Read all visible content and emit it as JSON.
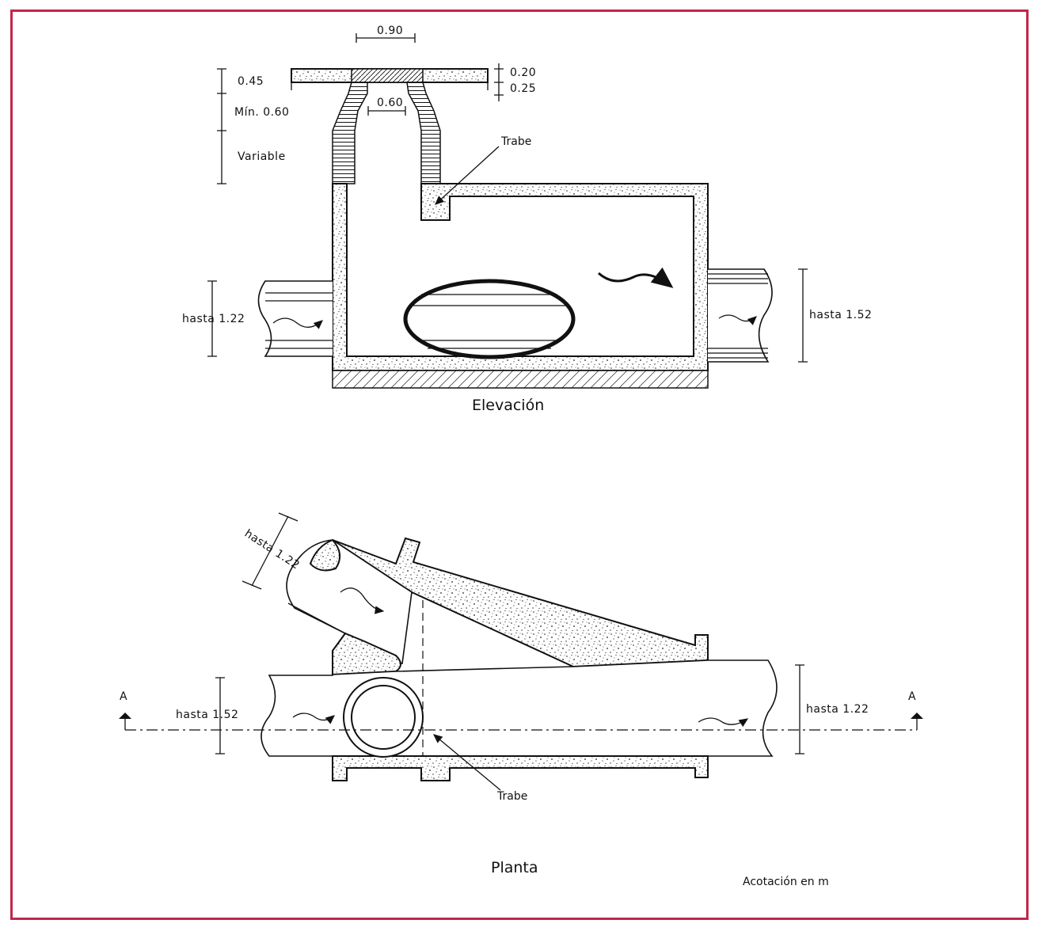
{
  "elevation": {
    "title": "Elevación",
    "dims": {
      "top_width": "0.90",
      "slab_thickness": "0.20",
      "slab_step": "0.25",
      "neck_width": "0.60",
      "top_height": "0.45",
      "min_height": "Mín. 0.60",
      "variable": "Variable",
      "inlet_pipe": "hasta 1.22",
      "outlet_pipe": "hasta 1.52"
    },
    "beam_label": "Trabe"
  },
  "plan": {
    "title": "Planta",
    "dims": {
      "diagonal_pipe": "hasta 1.22",
      "inlet_pipe": "hasta 1.52",
      "outlet_pipe": "hasta 1.22"
    },
    "beam_label": "Trabe",
    "section_left": "A",
    "section_right": "A"
  },
  "note": "Acotación en m",
  "colors": {
    "frame": "#c2264b",
    "ink": "#111111"
  }
}
